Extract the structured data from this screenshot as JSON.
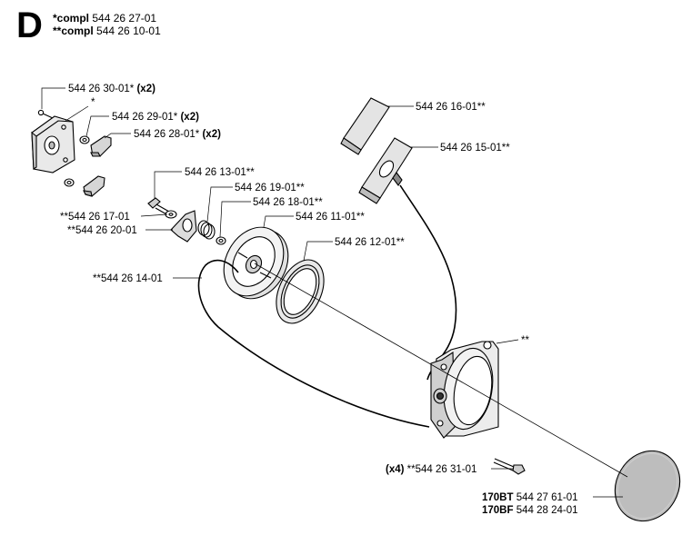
{
  "section": "D",
  "header": [
    {
      "prefix": "*compl",
      "number": "544 26 27-01"
    },
    {
      "prefix": "**compl",
      "number": "544 26 10-01"
    }
  ],
  "callouts": {
    "c30": {
      "number": "544 26 30-01*",
      "qty": "(x2)"
    },
    "star": {
      "number": "*"
    },
    "c29": {
      "number": "544 26 29-01*",
      "qty": "(x2)"
    },
    "c28": {
      "number": "544 26 28-01*",
      "qty": "(x2)"
    },
    "c16": {
      "number": "544 26 16-01**"
    },
    "c15": {
      "number": "544 26 15-01**"
    },
    "c13": {
      "number": "544 26 13-01**"
    },
    "c19": {
      "number": "544 26 19-01**"
    },
    "c18": {
      "number": "544 26 18-01**"
    },
    "c17": {
      "number": "**544 26 17-01"
    },
    "c11": {
      "number": "544 26 11-01**"
    },
    "c20": {
      "number": "**544 26 20-01"
    },
    "c12": {
      "number": "544 26 12-01**"
    },
    "c14": {
      "number": "**544 26 14-01"
    },
    "housing": {
      "number": "**"
    },
    "c31": {
      "qty": "(x4)",
      "number": "**544 26 31-01"
    },
    "bt": {
      "model": "170BT",
      "number": "544 27 61-01"
    },
    "bf": {
      "model": "170BF",
      "number": "544 28 24-01"
    }
  }
}
